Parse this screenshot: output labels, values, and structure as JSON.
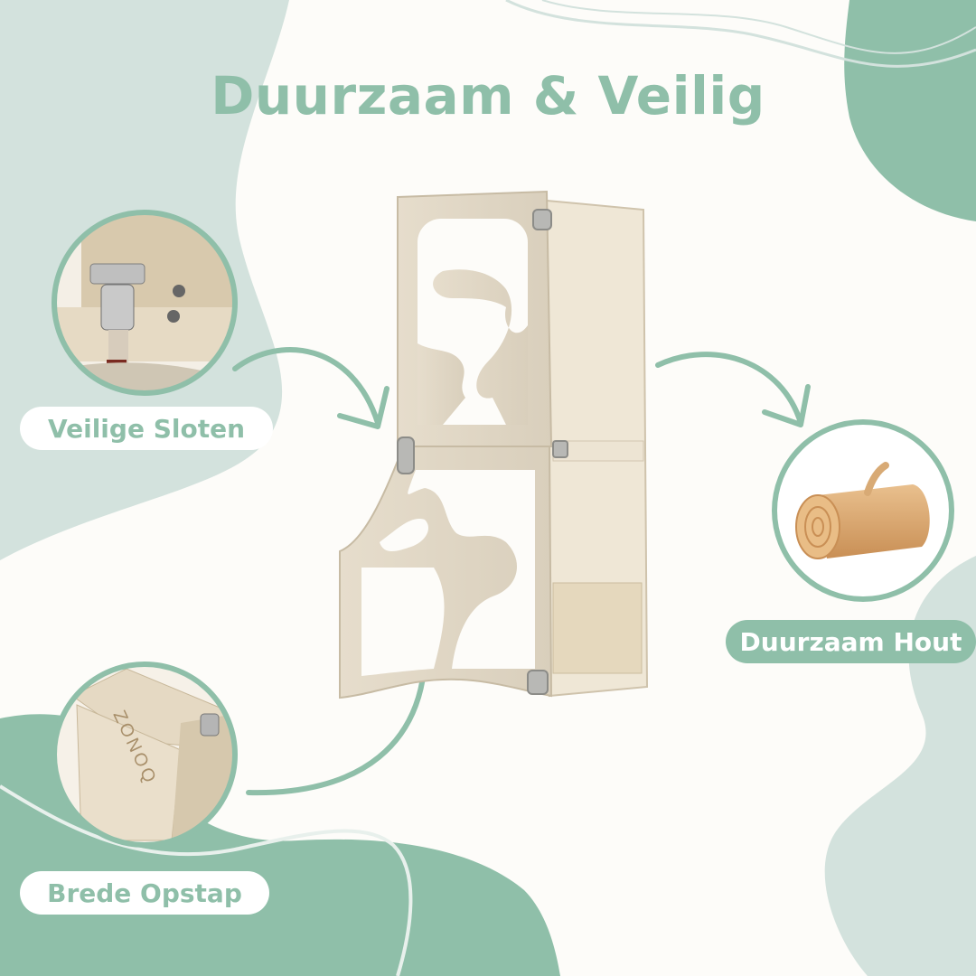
{
  "title": "Duurzaam & Veilig",
  "features": [
    {
      "label": "Veilige Sloten",
      "icon": "latch-closeup-icon"
    },
    {
      "label": "Brede Opstap",
      "icon": "wide-step-closeup-icon"
    },
    {
      "label": "Duurzaam Hout",
      "icon": "wood-log-icon"
    }
  ],
  "product": {
    "brand_engraving": "ZONOQ"
  },
  "colors": {
    "accent": "#8fbfa9",
    "blob_light": "#d3e2dd",
    "background": "#fdfcf9",
    "plywood": "#e3dac9"
  }
}
